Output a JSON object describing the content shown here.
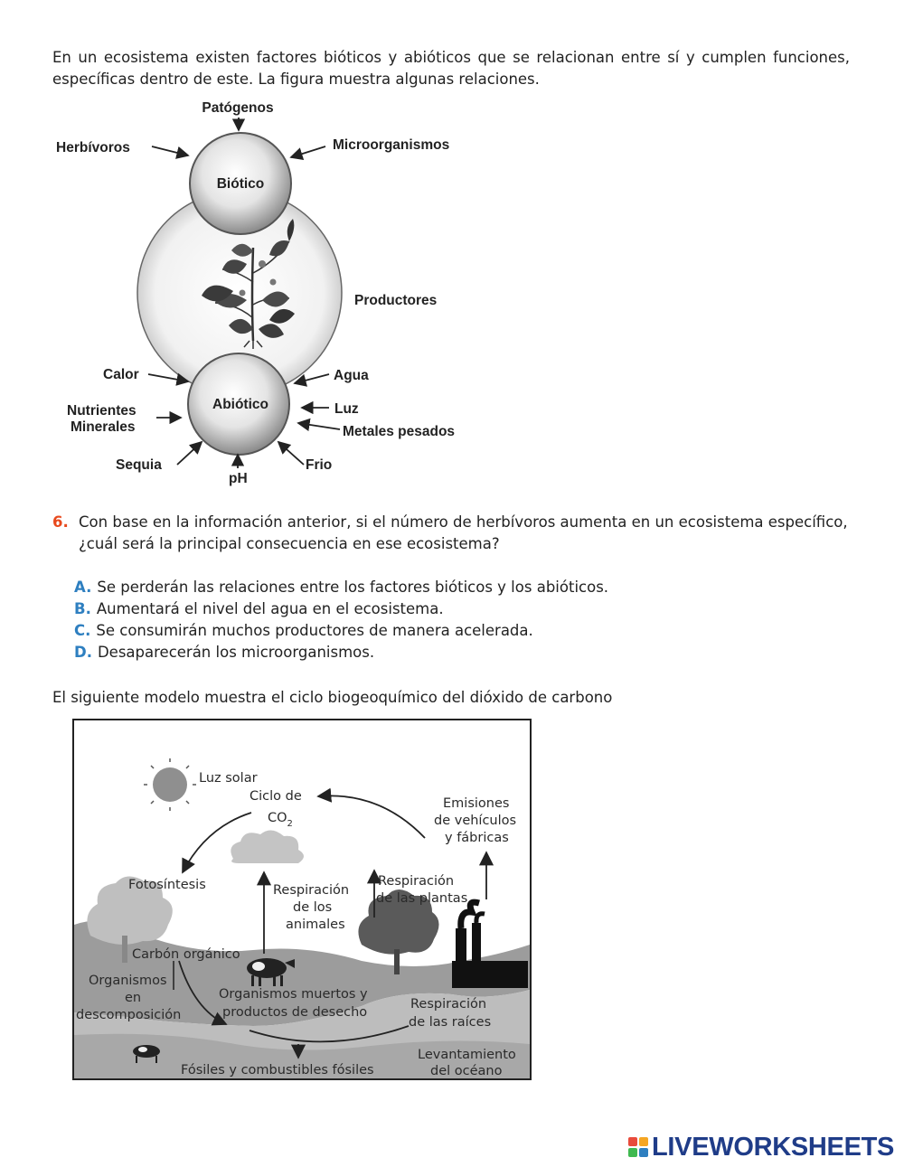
{
  "intro_text": "En un ecosistema existen factores bióticos y abióticos que se relacionan entre sí y cumplen funciones, específicas dentro de este. La figura muestra algunas relaciones.",
  "figure1": {
    "top_circle_label": "Biótico",
    "middle_circle_label": "Productores",
    "bottom_circle_label": "Abiótico",
    "biotic_inputs": [
      "Patógenos",
      "Herbívoros",
      "Microorganismos"
    ],
    "abiotic_inputs": {
      "calor": "Calor",
      "nutrientes_line1": "Nutrientes",
      "nutrientes_line2": "Minerales",
      "sequia": "Sequia",
      "ph": "pH",
      "frio": "Frio",
      "metales": "Metales pesados",
      "luz": "Luz",
      "agua": "Agua"
    }
  },
  "question": {
    "number": "6.",
    "text": "Con base en la información anterior, si el número de herbívoros aumenta en un ecosistema específico, ¿cuál será la principal consecuencia en ese ecosistema?",
    "options": [
      {
        "letter": "A.",
        "text": "Se perderán las relaciones entre los factores bióticos y los abióticos."
      },
      {
        "letter": "B.",
        "text": "Aumentará el nivel del agua en el ecosistema."
      },
      {
        "letter": "C.",
        "text": "Se consumirán muchos productores de manera acelerada."
      },
      {
        "letter": "D.",
        "text": "Desaparecerán los microorganismos."
      }
    ]
  },
  "intro2_text": "El siguiente modelo muestra el ciclo biogeoquímico del dióxido de carbono",
  "figure2": {
    "luz_solar": "Luz solar",
    "ciclo_line1": "Ciclo de",
    "ciclo_co": "CO",
    "ciclo_sub": "2",
    "emisiones": [
      "Emisiones",
      "de vehículos",
      "y fábricas"
    ],
    "fotosintesis": "Fotosíntesis",
    "resp_animales": [
      "Respiración",
      "de los",
      "animales"
    ],
    "resp_plantas": [
      "Respiración",
      "de las plantas"
    ],
    "carbon_organico": "Carbón orgánico",
    "organismos_desc": [
      "Organismos",
      "en",
      "descomposición"
    ],
    "organismos_muertos": [
      "Organismos muertos y",
      "productos de desecho"
    ],
    "resp_raices": [
      "Respiración",
      "de las raíces"
    ],
    "levantamiento": [
      "Levantamiento",
      "del océano"
    ],
    "fosiles": "Fósiles y combustibles fósiles"
  },
  "brand": {
    "text": "LIVEWORKSHEETS",
    "color": "#1f3c88",
    "icon_colors": [
      "#e94b3c",
      "#f5a623",
      "#3fb950",
      "#2e7fc0"
    ]
  },
  "colors": {
    "question_number": "#e8491d",
    "option_letter": "#2e7fc0"
  }
}
